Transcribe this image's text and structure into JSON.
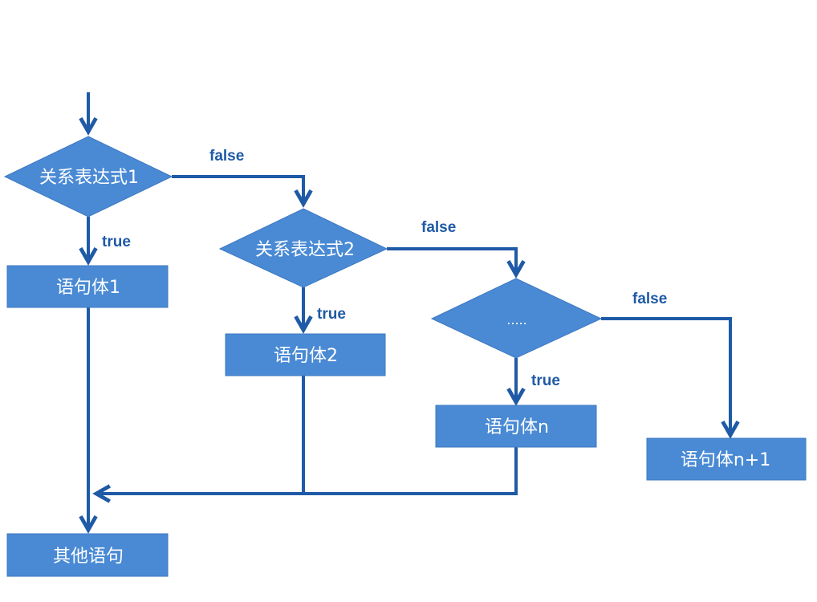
{
  "colors": {
    "node_fill": "#4a8ad4",
    "node_stroke": "#3d78c0",
    "line": "#1f5aa6",
    "label": "#1f5aa6",
    "text": "#ffffff"
  },
  "nodes": {
    "condition1": "关系表达式1",
    "condition2": "关系表达式2",
    "condition_more": ".....",
    "statement1": "语句体1",
    "statement2": "语句体2",
    "statement_n": "语句体n",
    "statement_n_plus_1": "语句体n+1",
    "other": "其他语句"
  },
  "labels": {
    "false1": "false",
    "true1": "true",
    "false2": "false",
    "true2": "true",
    "false3": "false",
    "true3": "true"
  }
}
